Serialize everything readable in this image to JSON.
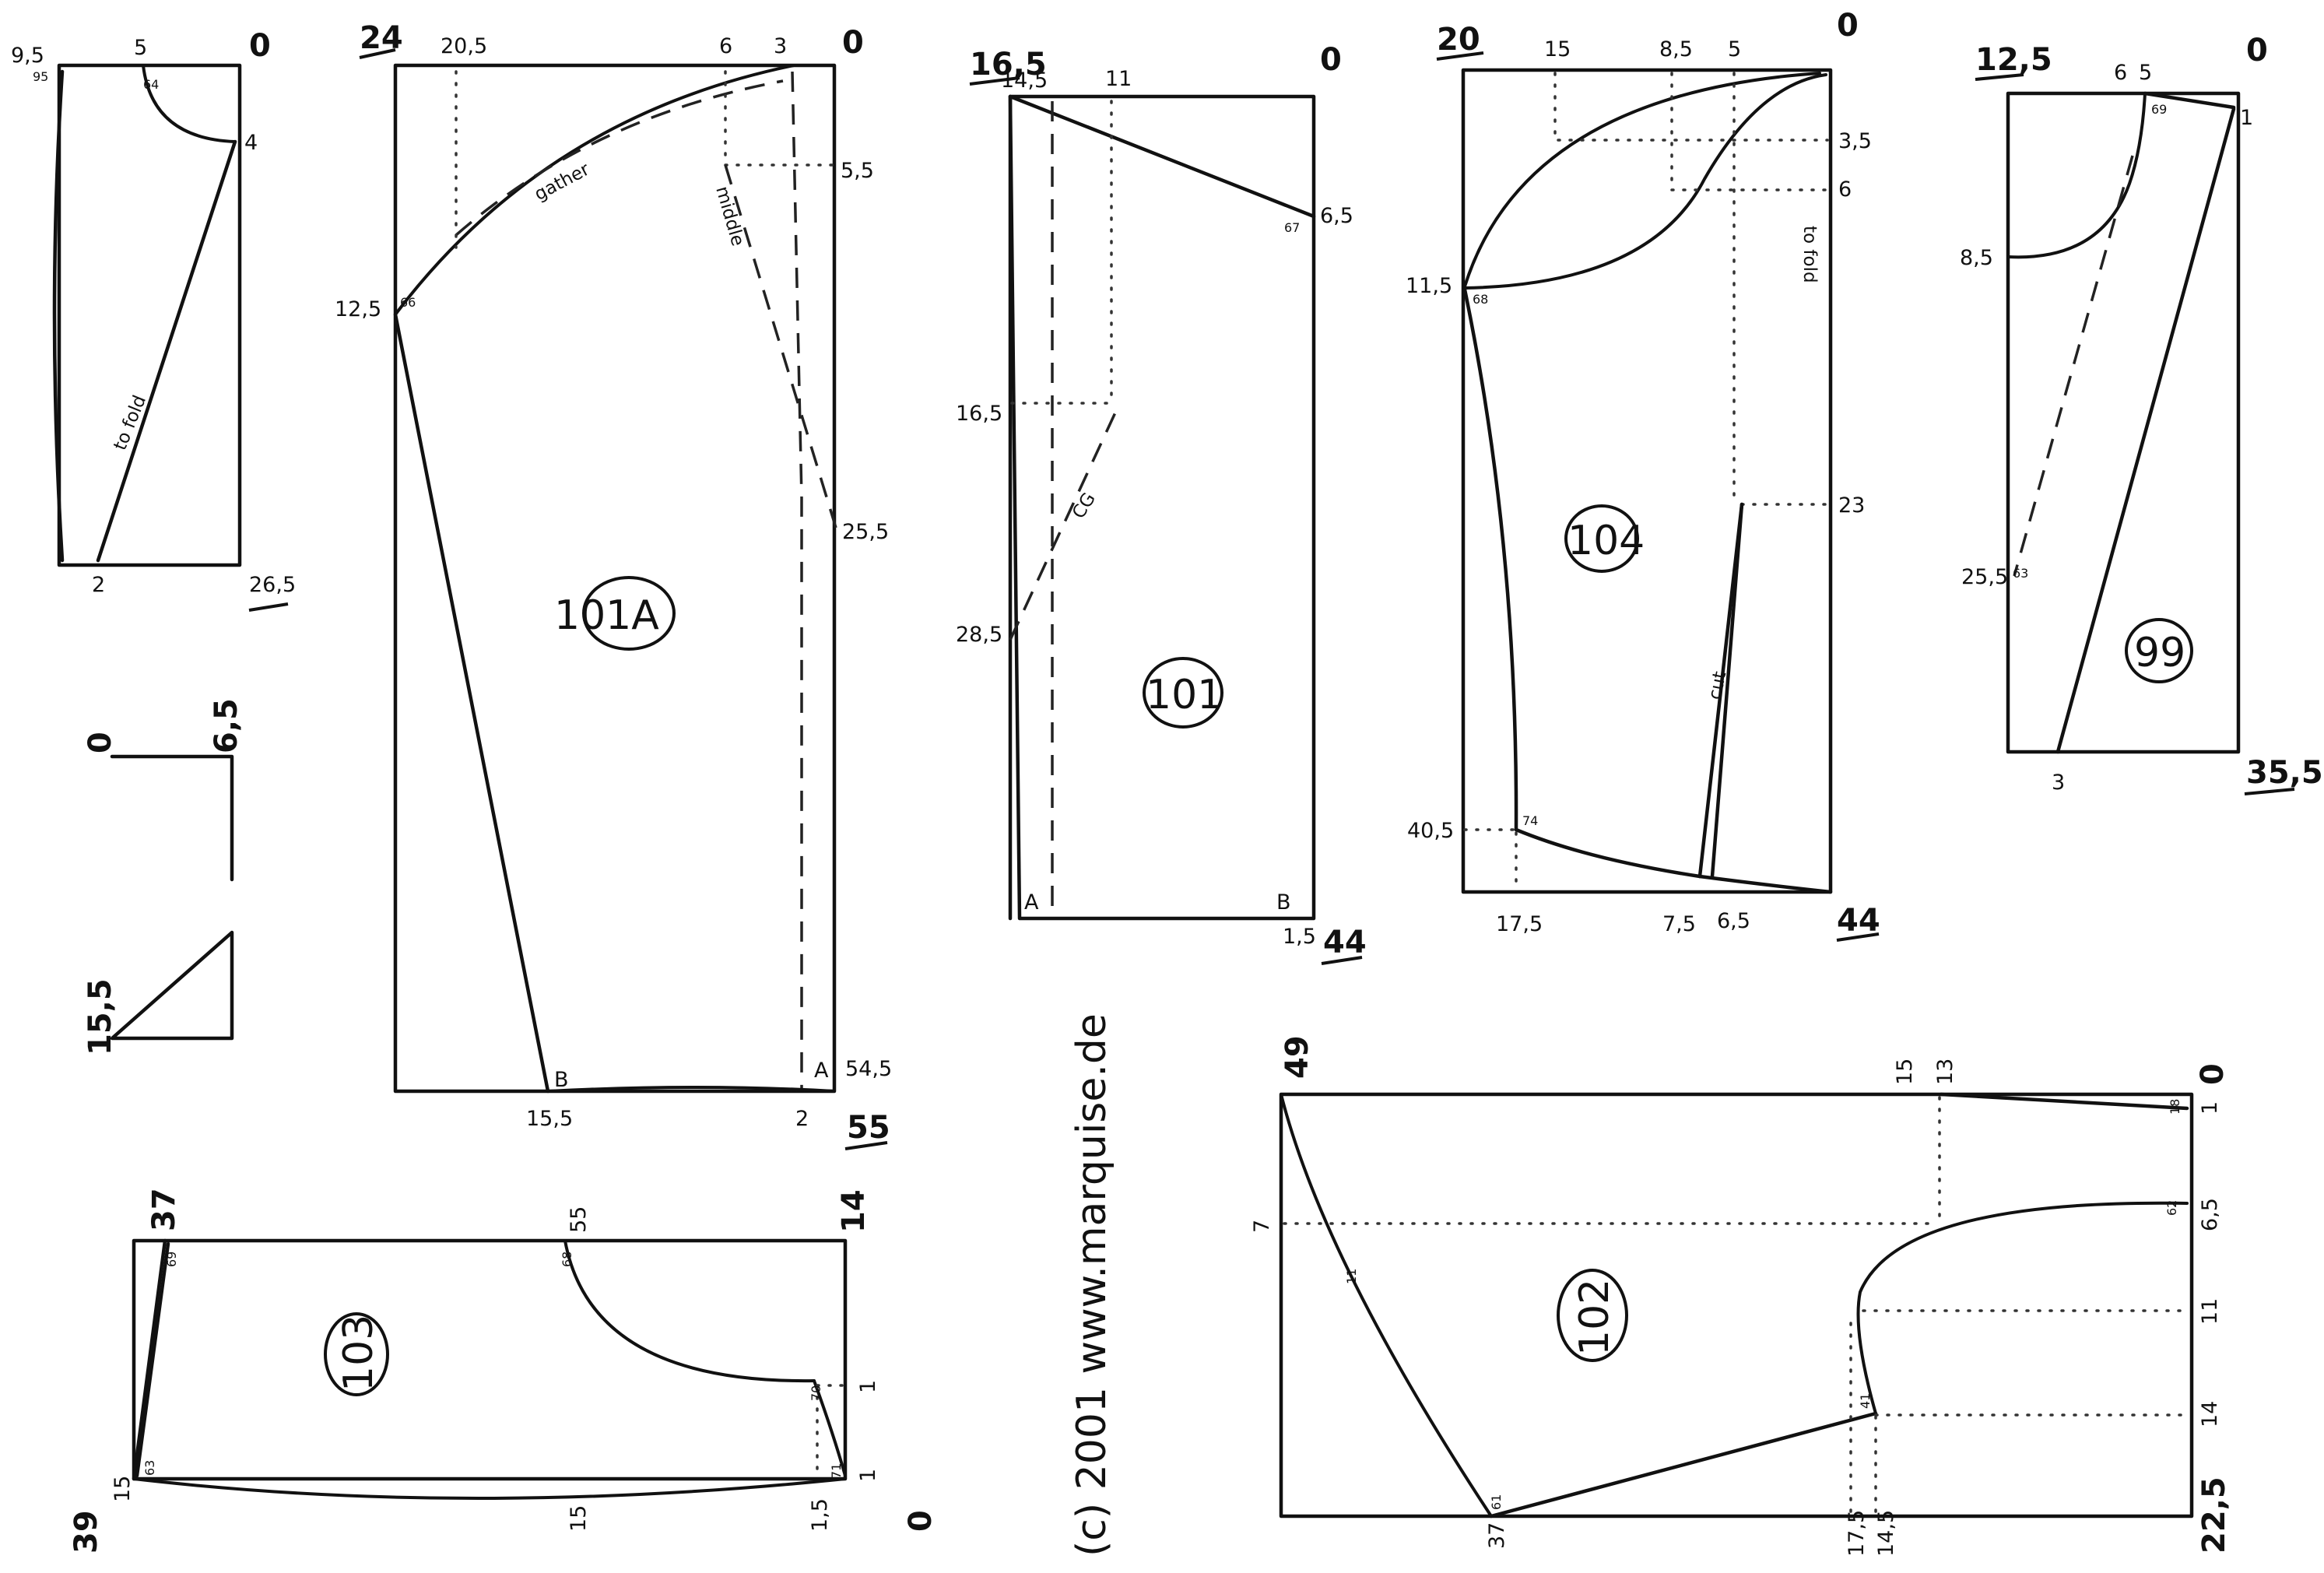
{
  "copyright": "(c) 2001 www.marquise.de",
  "pieces": {
    "p95": {
      "corner_tl": "9,5",
      "corner_tl_small": "95",
      "top_mark": "5",
      "top_mark_small": "64",
      "corner_tr": "0",
      "right_mark": "4",
      "bottom_mark": "2",
      "corner_br": "26,5",
      "note": "to fold"
    },
    "rect": {
      "tl": "0",
      "tr": "6,5",
      "bl": "15,5"
    },
    "p101a": {
      "name": "101A",
      "tl": "24",
      "t1": "20,5",
      "t2": "6",
      "t3": "3",
      "tr": "0",
      "r1": "5,5",
      "l1": "12,5",
      "l1_small": "66",
      "r2": "25,5",
      "b1": "15,5",
      "b2": "2",
      "br": "55",
      "r3": "54,5",
      "mark_b": "B",
      "mark_a": "A",
      "note_gather": "gather",
      "note_middle": "middle"
    },
    "p101": {
      "name": "101",
      "tl": "16,5",
      "t1": "14,5",
      "t2": "11",
      "tr": "0",
      "r1": "6,5",
      "r1_small": "67",
      "l1": "16,5",
      "l2": "28,5",
      "br": "44",
      "br2": "1,5",
      "mark_a": "A",
      "mark_b": "B",
      "note_cg": "CG"
    },
    "p104": {
      "name": "104",
      "tl": "20",
      "t1": "15",
      "t2": "8,5",
      "t3": "5",
      "tr": "0",
      "r1": "3,5",
      "r2": "6",
      "l1": "11,5",
      "l1_small": "68",
      "r3": "23",
      "l2": "40,5",
      "l2_small": "74",
      "b1": "17,5",
      "b2": "7,5",
      "b3": "6,5",
      "br": "44",
      "note_fold": "to fold",
      "note_cut": "cut"
    },
    "p99": {
      "name": "99",
      "tl": "12,5",
      "t1": "6",
      "t2": "5",
      "tr": "0",
      "r1": "1",
      "t_small": "69",
      "l1": "8,5",
      "l2": "25,5",
      "l2_small": "63",
      "b1": "3",
      "br": "35,5"
    },
    "p103": {
      "name": "103",
      "tl": "37",
      "tl_small": "69",
      "t1": "55",
      "t1_small": "68",
      "tr": "14",
      "r1": "1",
      "r1_small": "70",
      "r2": "1",
      "r2_small": "71",
      "l1": "15",
      "l1_small": "63",
      "bl": "39",
      "b1": "15",
      "b2": "1,5",
      "br": "0"
    },
    "p102": {
      "name": "102",
      "tl": "49",
      "t1": "15",
      "t2": "13",
      "tr": "0",
      "r1": "1",
      "r1_small": "18",
      "r2": "6,5",
      "r2_small": "62",
      "r3": "11",
      "r4": "14",
      "br": "22,5",
      "l1": "7",
      "note_small": "11",
      "b1": "37",
      "b1_small": "61",
      "b2": "17,5",
      "b3": "14,5",
      "mid_small": "41"
    }
  }
}
